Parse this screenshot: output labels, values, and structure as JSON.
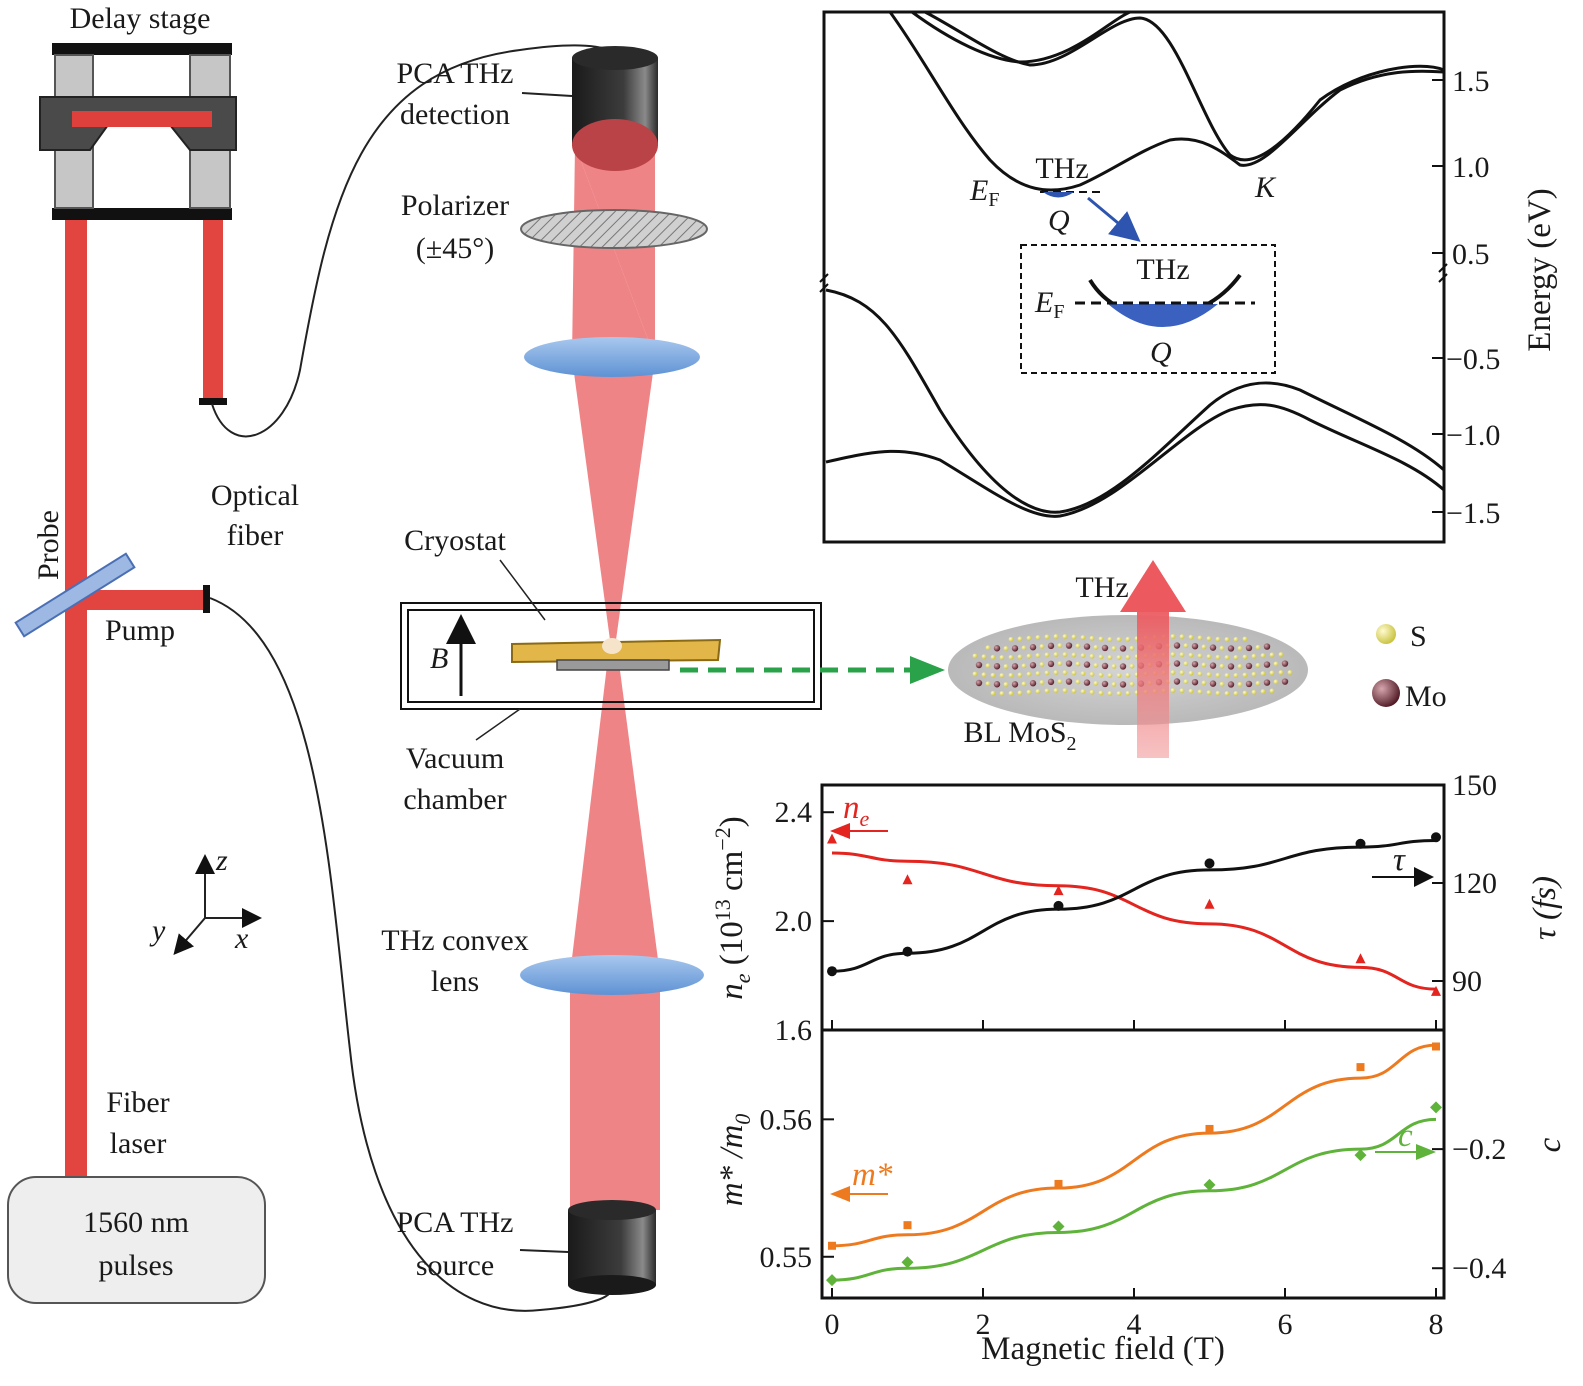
{
  "setup": {
    "delay_stage": "Delay stage",
    "pca_detection": [
      "PCA THz",
      "detection"
    ],
    "polarizer": [
      "Polarizer",
      "(±45°)"
    ],
    "probe": "Probe",
    "optical_fiber": [
      "Optical",
      "fiber"
    ],
    "pump": "Pump",
    "cryostat": "Cryostat",
    "field": "B",
    "vacuum_chamber": [
      "Vacuum",
      "chamber"
    ],
    "thz_lens": [
      "THz convex",
      "lens"
    ],
    "fiber_laser": [
      "Fiber",
      "laser"
    ],
    "pulses_box": [
      "1560 nm",
      "pulses"
    ],
    "pca_source": [
      "PCA THz",
      "source"
    ],
    "axes": {
      "z": "z",
      "y": "y",
      "x": "x"
    }
  },
  "sample": {
    "thz": "THz",
    "name_main": "BL MoS",
    "name_sub": "2",
    "legend_s": "S",
    "legend_mo": "Mo",
    "colors": {
      "s_atom": "#e6df6a",
      "mo_atom": "#6e2c3a",
      "beam": "#ec6f72",
      "lens": "#74a6dd"
    }
  },
  "band": {
    "ylabel": "Energy (eV)",
    "yticks": [
      "1.5",
      "1.0",
      "0.5",
      "−0.5",
      "−1.0",
      "−1.5"
    ],
    "thz": "THz",
    "ef_main": "E",
    "ef_sub": "F",
    "q": "Q",
    "k": "K",
    "inset_thz": "THz",
    "inset_q": "Q"
  },
  "chart_data": [
    {
      "type": "scatter",
      "panel": "top",
      "x_ticks": [
        "0",
        "2",
        "4",
        "6",
        "8"
      ],
      "xlim": [
        0,
        8
      ],
      "left_axis": {
        "label_main": "n",
        "label_sub": "e",
        "label_rest": " (10",
        "label_sup": "13",
        "label_tail": " cm",
        "label_sup2": "−2",
        "label_close": ")",
        "ticks": [
          "1.6",
          "2.0",
          "2.4"
        ],
        "ylim": [
          1.6,
          2.5
        ]
      },
      "right_axis": {
        "label": "τ (fs)",
        "ticks": [
          "90",
          "120",
          "150"
        ],
        "ylim": [
          75,
          150
        ]
      },
      "series": [
        {
          "name": "ne",
          "label_main": "n",
          "label_sub": "e",
          "color": "#e3241f",
          "axis": "left",
          "x": [
            0,
            1,
            3,
            5,
            7,
            8
          ],
          "y": [
            2.3,
            2.15,
            2.11,
            2.06,
            1.86,
            1.74
          ],
          "fit_y": [
            2.25,
            2.22,
            2.13,
            1.99,
            1.83,
            1.75
          ]
        },
        {
          "name": "τ",
          "color": "#111111",
          "axis": "right",
          "x": [
            0,
            1,
            3,
            5,
            7,
            8
          ],
          "y": [
            93,
            99,
            113,
            126,
            132,
            134
          ],
          "fit_y": [
            93,
            98.5,
            112,
            124,
            131,
            133
          ]
        }
      ]
    },
    {
      "type": "scatter",
      "panel": "bottom",
      "x_ticks": [
        "0",
        "2",
        "4",
        "6",
        "8"
      ],
      "xlim": [
        0,
        8
      ],
      "xlabel": "Magnetic field (T)",
      "left_axis": {
        "label": "m* /m",
        "label_sub": "0",
        "ticks": [
          "0.55",
          "0.56"
        ],
        "ylim": [
          0.547,
          0.5665
        ]
      },
      "right_axis": {
        "label": "c",
        "ticks": [
          "−0.2",
          "−0.4"
        ],
        "ylim": [
          -0.45,
          0.0
        ]
      },
      "series": [
        {
          "name": "m*",
          "label": "m*",
          "color": "#ee7a1f",
          "axis": "left",
          "x": [
            0,
            1,
            3,
            5,
            7,
            8
          ],
          "y": [
            0.5508,
            0.5523,
            0.5553,
            0.5593,
            0.5638,
            0.5653
          ],
          "fit_y": [
            0.5508,
            0.5516,
            0.555,
            0.559,
            0.563,
            0.5654
          ]
        },
        {
          "name": "c",
          "label": "c",
          "color": "#5fb33a",
          "axis": "right",
          "x": [
            0,
            1,
            3,
            5,
            7,
            8
          ],
          "y": [
            -0.42,
            -0.39,
            -0.33,
            -0.26,
            -0.21,
            -0.13
          ],
          "fit_y": [
            -0.42,
            -0.4,
            -0.34,
            -0.27,
            -0.2,
            -0.15
          ]
        }
      ]
    }
  ]
}
